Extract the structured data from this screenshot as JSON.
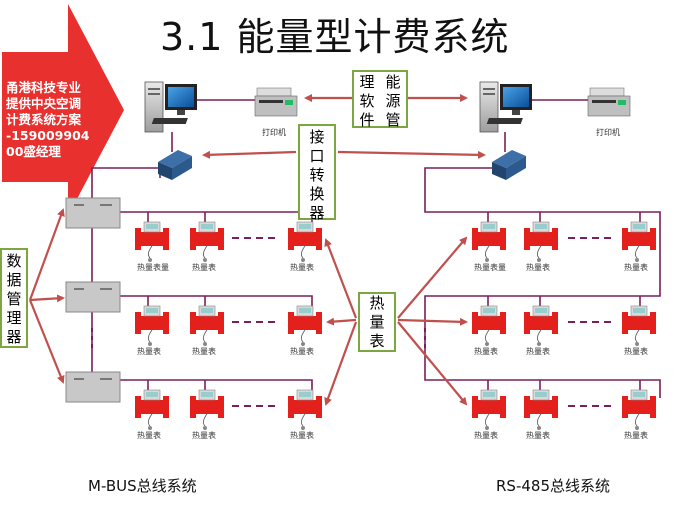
{
  "title": "3.1 能量型计费系统",
  "promo": [
    "甬港科技专业",
    "提供中央空调",
    "计费系统方案",
    "-159009904",
    "00盛经理"
  ],
  "labels": {
    "management_software": [
      "理",
      "能",
      "软",
      "源",
      "件",
      "管"
    ],
    "interface_converter": [
      "接",
      "口",
      "转",
      "换",
      "器"
    ],
    "data_manager": [
      "数",
      "据",
      "管",
      "理",
      "器"
    ],
    "heat_meter_callout": [
      "热",
      "量",
      "表"
    ]
  },
  "devices": {
    "printer": "打印机"
  },
  "meters": {
    "left_bus": [
      [
        "热量表量",
        "热量表",
        "热量表"
      ],
      [
        "热量表",
        "热量表",
        "热量表"
      ],
      [
        "热量表",
        "热量表",
        "热量表"
      ]
    ],
    "right_bus": [
      [
        "热量表量",
        "热量表",
        "热量表"
      ],
      [
        "热量表",
        "热量表",
        "热量表"
      ],
      [
        "热量表",
        "热量表",
        "热量表"
      ]
    ]
  },
  "bus_labels": {
    "left": "M-BUS总线系统",
    "right": "RS-485总线系统"
  },
  "colors": {
    "bus_line": "#7a1f5c",
    "arrow": "#c0504d",
    "promo_arrow": "#e8302f",
    "callout_border": "#7ba640",
    "meter_red": "#e3201b"
  }
}
